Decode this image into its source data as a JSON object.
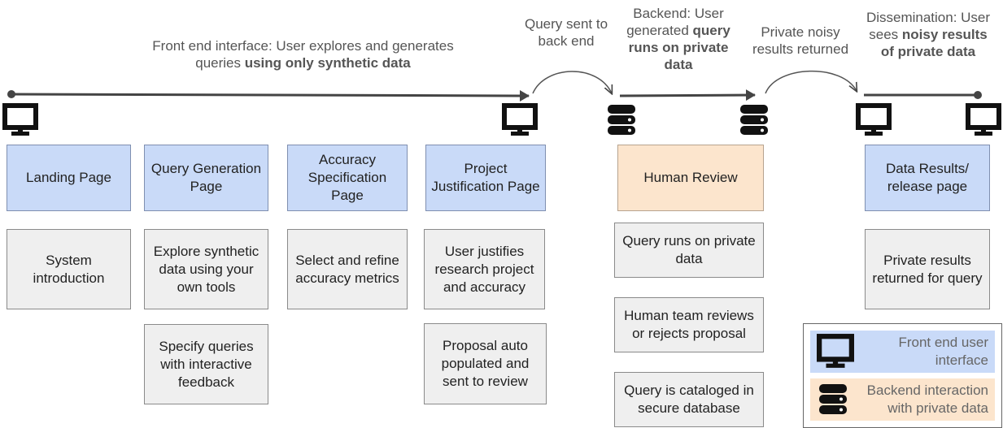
{
  "labels": {
    "front_end": {
      "plain": "Front end interface: User explores and generates queries ",
      "bold": "using only synthetic data"
    },
    "query_sent": "Query sent to back end",
    "backend": {
      "plain": "Backend: User generated ",
      "bold": "query runs on private data"
    },
    "private_noisy": "Private noisy results returned",
    "dissemination": {
      "plain": "Dissemination: User sees ",
      "bold": "noisy results of private data"
    }
  },
  "pages": {
    "landing": "Landing Page",
    "query_generation": "Query Generation Page",
    "accuracy_spec": "Accuracy Specification Page",
    "project_justification": "Project Justification Page",
    "human_review": "Human Review",
    "data_results": "Data Results/ release page"
  },
  "details": {
    "system_intro": "System introduction",
    "explore_synthetic": "Explore synthetic data using your own tools",
    "specify_queries": "Specify queries with interactive feedback",
    "select_refine": "Select and refine accuracy metrics",
    "user_justifies": "User justifies research project and accuracy",
    "proposal_auto": "Proposal auto populated and sent to review",
    "query_runs": "Query runs on private data",
    "human_team": "Human team reviews or rejects proposal",
    "query_cataloged": "Query is cataloged in secure database",
    "private_results": "Private results returned for query"
  },
  "legend": {
    "front_end": "Front end user interface",
    "backend": "Backend interaction with private data"
  },
  "icons": {
    "front_end": "monitor-icon",
    "backend": "database-icon"
  },
  "colors": {
    "front_end": "#c9daf8",
    "backend": "#fce5cd",
    "detail": "#efefef"
  }
}
